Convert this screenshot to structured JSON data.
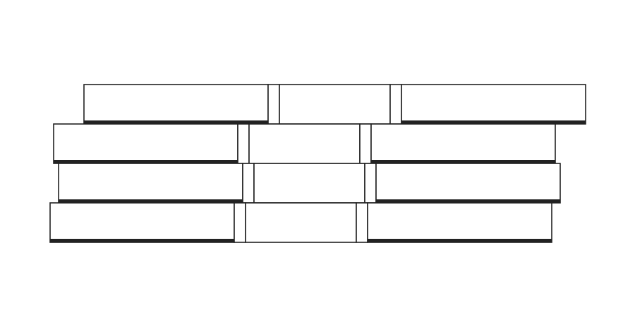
{
  "colors": {
    "background": "#ffffff",
    "stroke": "#222222",
    "fill": "#ffffff",
    "shadow": "#222222"
  },
  "diagram": {
    "rows": [
      {
        "blocks": [
          "long",
          "joint",
          "medium",
          "joint",
          "long"
        ]
      },
      {
        "blocks": [
          "long",
          "joint",
          "medium",
          "joint",
          "long"
        ]
      },
      {
        "blocks": [
          "long",
          "joint",
          "medium",
          "joint",
          "long"
        ]
      },
      {
        "blocks": [
          "long",
          "joint",
          "medium",
          "joint",
          "long"
        ]
      }
    ]
  }
}
